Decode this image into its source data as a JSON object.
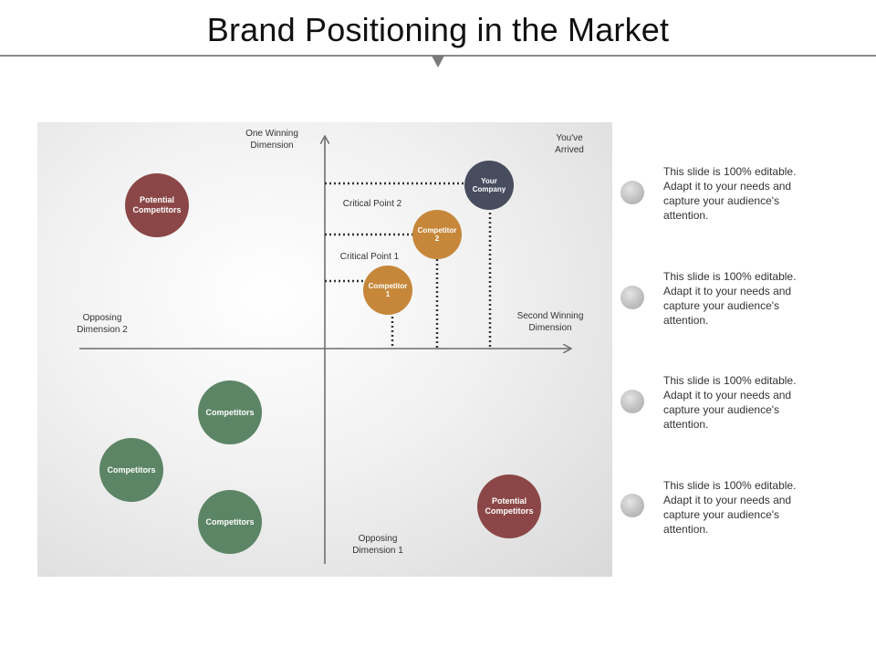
{
  "title": "Brand Positioning in the Market",
  "axes": {
    "top": "One Winning Dimension",
    "right": "Second Winning Dimension",
    "bottom": "Opposing Dimension  1",
    "left": "Opposing Dimension  2",
    "top_right": "You've Arrived"
  },
  "critical_points": {
    "point1": "Critical Point 1",
    "point2": "Critical Point 2"
  },
  "nodes": {
    "your_company": "Your Company",
    "competitor_1": "Competitor 1",
    "competitor_2": "Competitor 2",
    "potential_top_left": "Potential Competitors",
    "potential_bottom_right": "Potential Competitors",
    "competitors_a": "Competitors",
    "competitors_b": "Competitors",
    "competitors_c": "Competitors"
  },
  "notes": [
    "This slide is 100% editable. Adapt it to your needs and capture your audience's attention.",
    "This slide is 100% editable. Adapt it to your needs and capture your audience's attention.",
    "This slide is 100% editable. Adapt it to your needs and capture your audience's attention.",
    "This slide is 100% editable. Adapt it to your needs and capture your audience's attention."
  ],
  "colors": {
    "potential": "#8b4747",
    "competitors": "#5c8566",
    "competitor_orange": "#c6873a",
    "your_company": "#474c5e"
  }
}
